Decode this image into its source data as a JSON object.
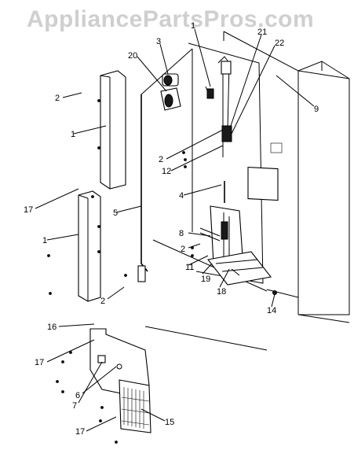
{
  "watermark": "AppliancePartsPros.com",
  "callouts": [
    {
      "id": "c1a",
      "text": "1"
    },
    {
      "id": "c1b",
      "text": "1"
    },
    {
      "id": "c2a",
      "text": "2"
    },
    {
      "id": "c2b",
      "text": "2"
    },
    {
      "id": "c2c",
      "text": "2"
    },
    {
      "id": "c2d",
      "text": "2"
    },
    {
      "id": "c3",
      "text": "3"
    },
    {
      "id": "c4",
      "text": "4"
    },
    {
      "id": "c5",
      "text": "5"
    },
    {
      "id": "c6",
      "text": "6"
    },
    {
      "id": "c7",
      "text": "7"
    },
    {
      "id": "c8",
      "text": "8"
    },
    {
      "id": "c9",
      "text": "9"
    },
    {
      "id": "c11",
      "text": "11"
    },
    {
      "id": "c12",
      "text": "12"
    },
    {
      "id": "c14",
      "text": "14"
    },
    {
      "id": "c15",
      "text": "15"
    },
    {
      "id": "c16",
      "text": "16"
    },
    {
      "id": "c17a",
      "text": "17"
    },
    {
      "id": "c17b",
      "text": "17"
    },
    {
      "id": "c17c",
      "text": "17"
    },
    {
      "id": "c18",
      "text": "18"
    },
    {
      "id": "c19",
      "text": "19"
    },
    {
      "id": "c20",
      "text": "20"
    },
    {
      "id": "c21",
      "text": "21"
    },
    {
      "id": "c22",
      "text": "22"
    }
  ]
}
